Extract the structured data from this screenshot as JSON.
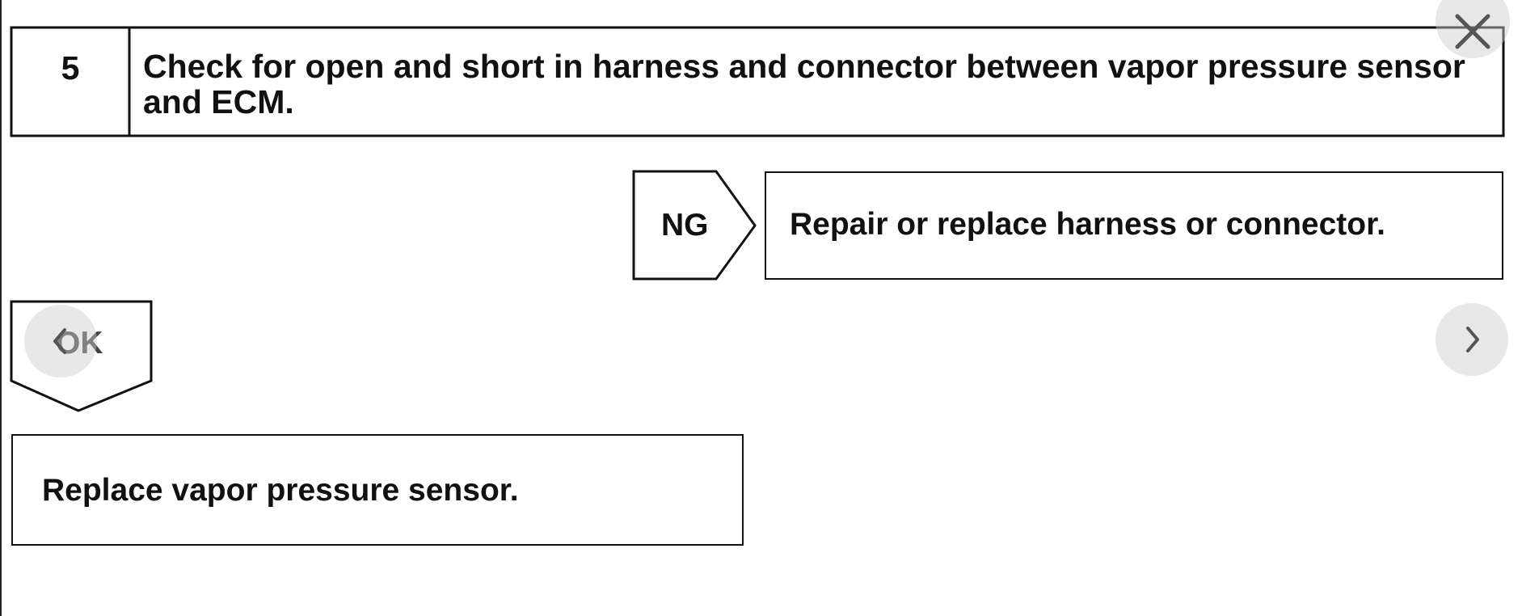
{
  "step": {
    "number": "5",
    "title": "Check for open and short in harness and connector between vapor pressure sensor and ECM."
  },
  "ng_branch": {
    "label": "NG",
    "action": "Repair or replace harness or connector."
  },
  "ok_branch": {
    "label": "OK",
    "action": "Replace vapor pressure sensor."
  },
  "viewer_controls": {
    "close_icon": "close-icon",
    "prev_icon": "chevron-left-icon",
    "next_icon": "chevron-right-icon"
  }
}
